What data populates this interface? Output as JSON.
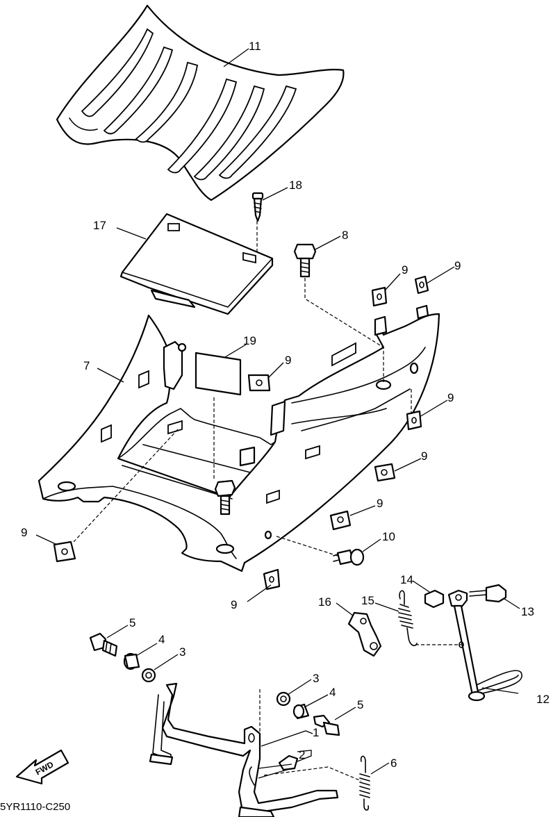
{
  "diagram_code": "5YR1110-C250",
  "fwd_label": "FWD",
  "callouts": [
    {
      "id": "c11",
      "label": "11"
    },
    {
      "id": "c18",
      "label": "18"
    },
    {
      "id": "c17",
      "label": "17"
    },
    {
      "id": "c8",
      "label": "8"
    },
    {
      "id": "c9a",
      "label": "9"
    },
    {
      "id": "c9b",
      "label": "9"
    },
    {
      "id": "c19",
      "label": "19"
    },
    {
      "id": "c9c",
      "label": "9"
    },
    {
      "id": "c7",
      "label": "7"
    },
    {
      "id": "c9d",
      "label": "9"
    },
    {
      "id": "c9e",
      "label": "9"
    },
    {
      "id": "c9f",
      "label": "9"
    },
    {
      "id": "c9g",
      "label": "9"
    },
    {
      "id": "c10",
      "label": "10"
    },
    {
      "id": "c9h",
      "label": "9"
    },
    {
      "id": "c14",
      "label": "14"
    },
    {
      "id": "c16",
      "label": "16"
    },
    {
      "id": "c15",
      "label": "15"
    },
    {
      "id": "c13",
      "label": "13"
    },
    {
      "id": "c5a",
      "label": "5"
    },
    {
      "id": "c4a",
      "label": "4"
    },
    {
      "id": "c3a",
      "label": "3"
    },
    {
      "id": "c3b",
      "label": "3"
    },
    {
      "id": "c4b",
      "label": "4"
    },
    {
      "id": "c5b",
      "label": "5"
    },
    {
      "id": "c1",
      "label": "1"
    },
    {
      "id": "c2",
      "label": "2"
    },
    {
      "id": "c12",
      "label": "12"
    },
    {
      "id": "c6",
      "label": "6"
    }
  ]
}
